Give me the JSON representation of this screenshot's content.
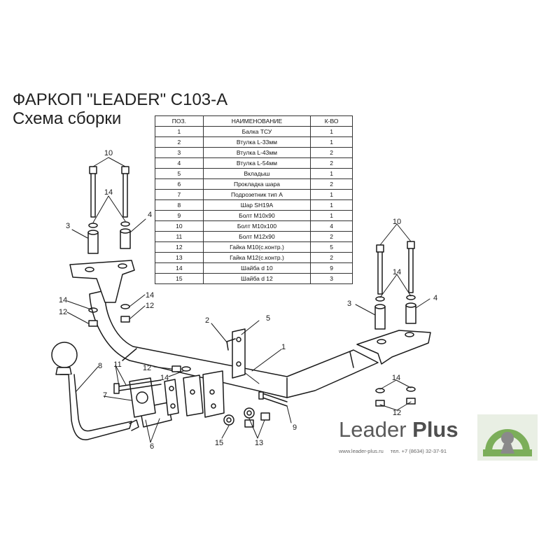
{
  "title": {
    "line1": "ФАРКОП \"LEADER\" С103-А",
    "line2": "Схема сборки"
  },
  "table": {
    "headers": [
      "ПОЗ.",
      "НАИМЕНОВАНИЕ",
      "К-ВО"
    ],
    "rows": [
      {
        "pos": "1",
        "name": "Балка ТСУ",
        "qty": "1"
      },
      {
        "pos": "2",
        "name": "Втулка L-33мм",
        "qty": "1"
      },
      {
        "pos": "3",
        "name": "Втулка L-43мм",
        "qty": "2"
      },
      {
        "pos": "4",
        "name": "Втулка L-54мм",
        "qty": "2"
      },
      {
        "pos": "5",
        "name": "Вкладыш",
        "qty": "1"
      },
      {
        "pos": "6",
        "name": "Прокладка шара",
        "qty": "2"
      },
      {
        "pos": "7",
        "name": "Подрозетник тип А",
        "qty": "1"
      },
      {
        "pos": "8",
        "name": "Шар SH19A",
        "qty": "1"
      },
      {
        "pos": "9",
        "name": "Болт М10х90",
        "qty": "1"
      },
      {
        "pos": "10",
        "name": "Болт М10х100",
        "qty": "4"
      },
      {
        "pos": "11",
        "name": "Болт М12х90",
        "qty": "2"
      },
      {
        "pos": "12",
        "name": "Гайка  М10(с.контр.)",
        "qty": "5"
      },
      {
        "pos": "13",
        "name": "Гайка М12(с.контр.)",
        "qty": "2"
      },
      {
        "pos": "14",
        "name": "Шайба d 10",
        "qty": "9"
      },
      {
        "pos": "15",
        "name": "Шайба d 12",
        "qty": "3"
      }
    ]
  },
  "callouts": {
    "c10_left": "10",
    "c14_left_top": "14",
    "c3_left": "3",
    "c4_left": "4",
    "c14_left_mid": "14",
    "c12_left_mid": "12",
    "c14_center": "14",
    "c12_center": "12",
    "c2": "2",
    "c5": "5",
    "c1": "1",
    "c8": "8",
    "c11": "11",
    "c12_bottom": "12",
    "c14_bottom": "14",
    "c7": "7",
    "c6": "6",
    "c15": "15",
    "c13": "13",
    "c9": "9",
    "c10_right": "10",
    "c14_right_top": "14",
    "c3_right": "3",
    "c4_right": "4",
    "c14_right_bottom": "14",
    "c12_right_bottom": "12"
  },
  "brand": {
    "name_regular": "Leader ",
    "name_bold": "Plus",
    "website": "www.leader-plus.ru",
    "phone": "тел. +7 (8634) 32-37-91"
  },
  "colors": {
    "line": "#1a1a1a",
    "logo_green": "#7cae5a",
    "logo_gray": "#8a8a8a"
  }
}
